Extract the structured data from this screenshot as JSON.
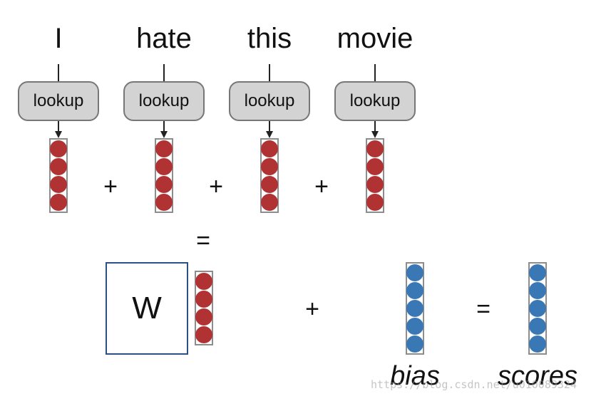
{
  "words": [
    "I",
    "hate",
    "this",
    "movie"
  ],
  "lookup_label": "lookup",
  "operators": {
    "plus": "+",
    "equals": "="
  },
  "matrix_label": "W",
  "labels": {
    "bias": "bias",
    "scores": "scores"
  },
  "vector_sizes": {
    "embedding": 4,
    "bias": 5,
    "scores": 5
  },
  "colors": {
    "embedding": "#b03232",
    "output": "#3a78b5",
    "matrix_border": "#2b4f86",
    "lookup_fill": "#d3d3d3"
  },
  "watermark": "https://blog.csdn.net/u010089324"
}
